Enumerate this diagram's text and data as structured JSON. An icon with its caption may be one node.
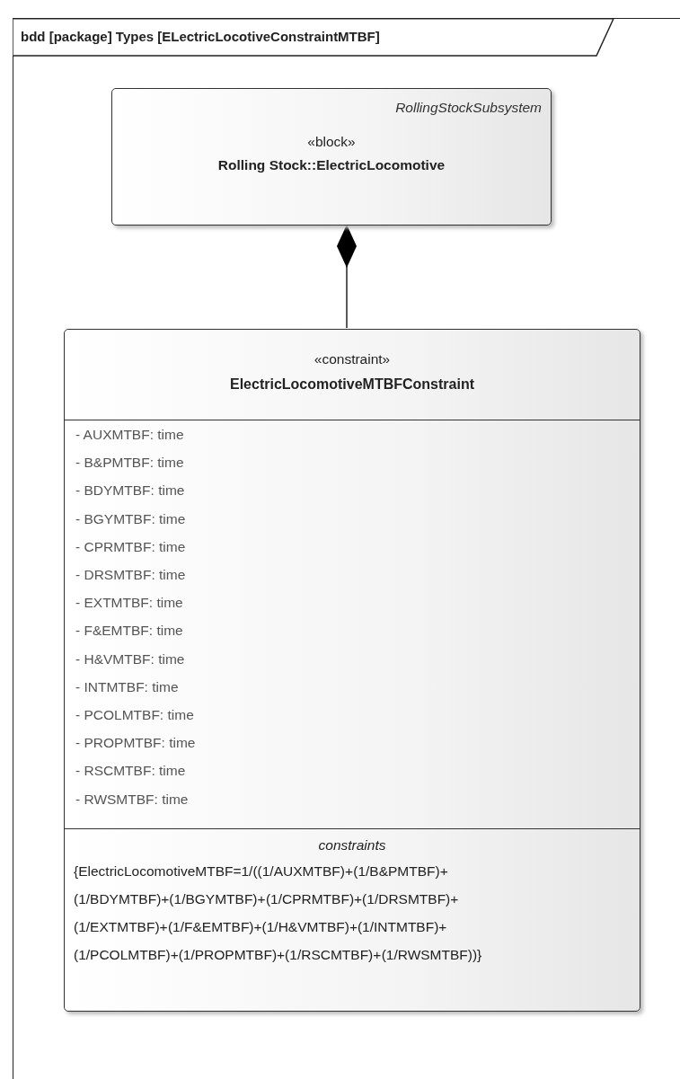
{
  "diagram": {
    "nodes": [
      {
        "text": [
          "bdd [package] Types [ELectricLocotiveConstraintMTBF]"
        ]
      },
      {
        "text": [
          "RollingStockSubsystem",
          "«block»",
          "Rolling Stock::ElectricLocomotive"
        ],
        "in": 0
      },
      {
        "text": [
          "«constraint»",
          "ElectricLocomotiveMTBFConstraint",
          "- AUXMTBF: time",
          "- B&PMTBF: time",
          "- BDYMTBF: time",
          "- BGYMTBF: time",
          "- CPRMTBF: time",
          "- DRSMTBF: time",
          "- EXTMTBF: time",
          "- F&EMTBF: time",
          "- H&VMTBF: time",
          "- INTMTBF: time",
          "- PCOLMTBF: time",
          "- PROPMTBF: time",
          "- RSCMTBF: time",
          "- RWSMTBF: time",
          "constraints",
          "{ElectricLocomotiveMTBF=1/((1/AUXMTBF)+ (1/B&PMTBF)+(1/BDYMTBF)+(1/BGYMTBF)+ (1/CPRMTBF)+(1/DRSMTBF)+(1/EXTMTBF)+ (1/F&EMTBF)+(1/H&VMTBF)+(1/INTMTBF)+ (1/PCOLMTBF)+(1/PROPMTBF)+(1/RSCMTBF)+ (1/RWSMTBF))}"
        ],
        "in": 0
      }
    ],
    "edges": [
      {
        "from": 1,
        "to": 2,
        "arrow": "other"
      }
    ]
  }
}
